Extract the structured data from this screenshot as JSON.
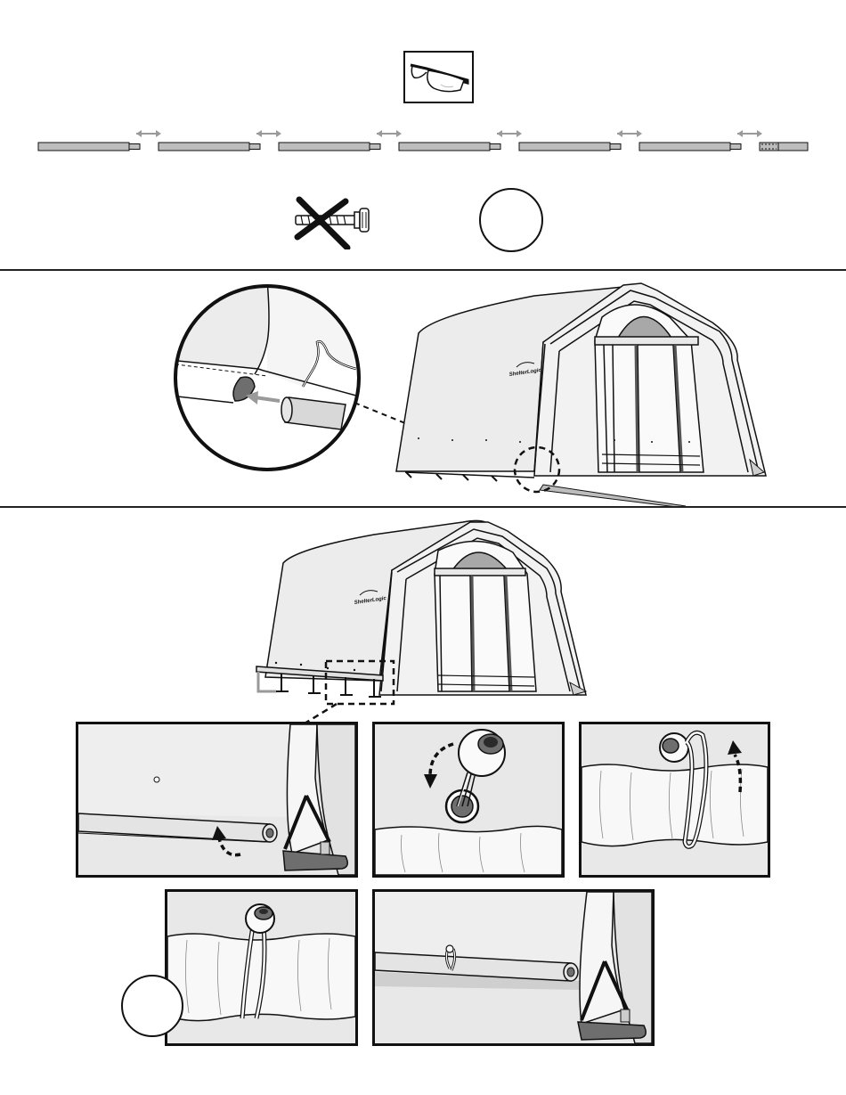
{
  "brand": {
    "logo_text": "ShelterLogic"
  },
  "colors": {
    "stroke": "#111111",
    "cover": "#ededed",
    "cover_shade": "#d9d9d9",
    "pipe": "#bdbdbd",
    "arrow": "#9a9a9a",
    "window": "#a8a8a8"
  },
  "icons": {
    "safety_glasses": "safety-glasses-icon",
    "no_screw": "no-screw-icon",
    "blank_circle": "blank-circle-icon"
  },
  "pipe_sections": {
    "count": 7
  },
  "steps": {
    "panel_sequence": [
      "roll-cover-edge",
      "insert-ball-bungee",
      "loop-bungee-over",
      "bungee-secured",
      "pipe-in-hem-result"
    ]
  }
}
